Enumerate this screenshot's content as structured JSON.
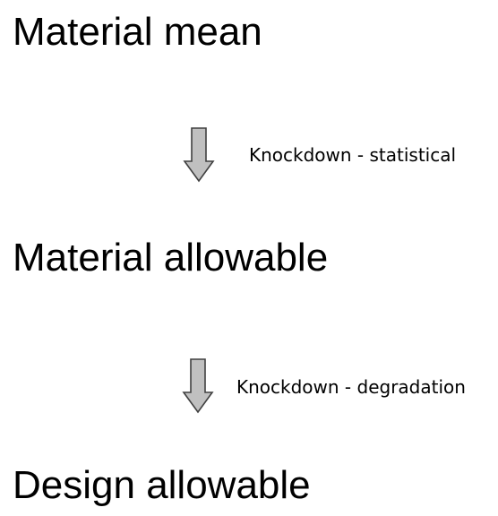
{
  "diagram": {
    "stages": [
      "Material mean",
      "Material allowable",
      "Design allowable"
    ],
    "steps": [
      "Knockdown - statistical",
      "Knockdown - degradation"
    ]
  },
  "colors": {
    "text": "#000000",
    "arrow_fill": "#c0c0c0",
    "arrow_stroke": "#404040",
    "background": "#ffffff"
  },
  "icons": {
    "step_arrow": "down-arrow-icon"
  }
}
